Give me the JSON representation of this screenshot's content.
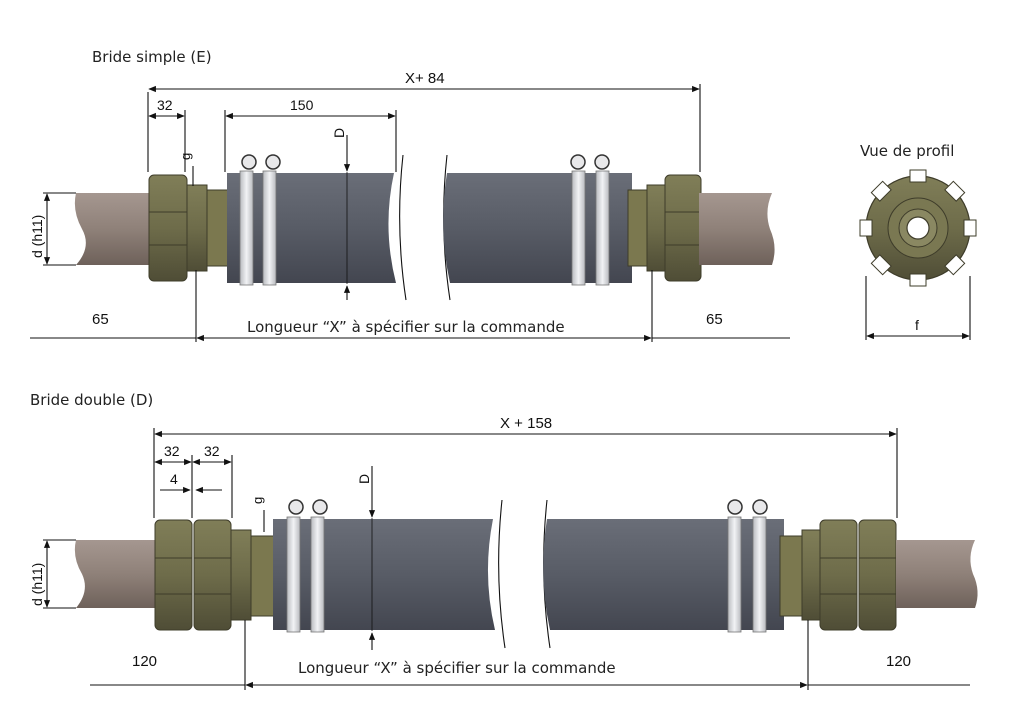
{
  "colors": {
    "hose": "#5a5e68",
    "hose_dark": "#454851",
    "pipe": "#8f8179",
    "pipe_dark": "#6b5e57",
    "fitting": "#6e6c4a",
    "fitting_dark": "#55533a",
    "clamp": "#d9dadd"
  },
  "single": {
    "title": "Bride simple (E)",
    "overall": "X+ 84",
    "flange_width": "32",
    "section": "150",
    "gap": "g",
    "diameter": "D",
    "pipe_diameter": "d (h11)",
    "left_length": "65",
    "right_length": "65",
    "length": "Longueur “X” à spécifier sur  la commande"
  },
  "profile": {
    "title": "Vue de profil",
    "width": "f"
  },
  "double": {
    "title": "Bride double (D)",
    "overall": "X + 158",
    "flange_width_1": "32",
    "flange_width_2": "32",
    "spacing": "4",
    "gap": "g",
    "diameter": "D",
    "pipe_diameter": "d (h11)",
    "left_length": "120",
    "right_length": "120",
    "length": "Longueur “X” à spécifier sur  la commande"
  }
}
